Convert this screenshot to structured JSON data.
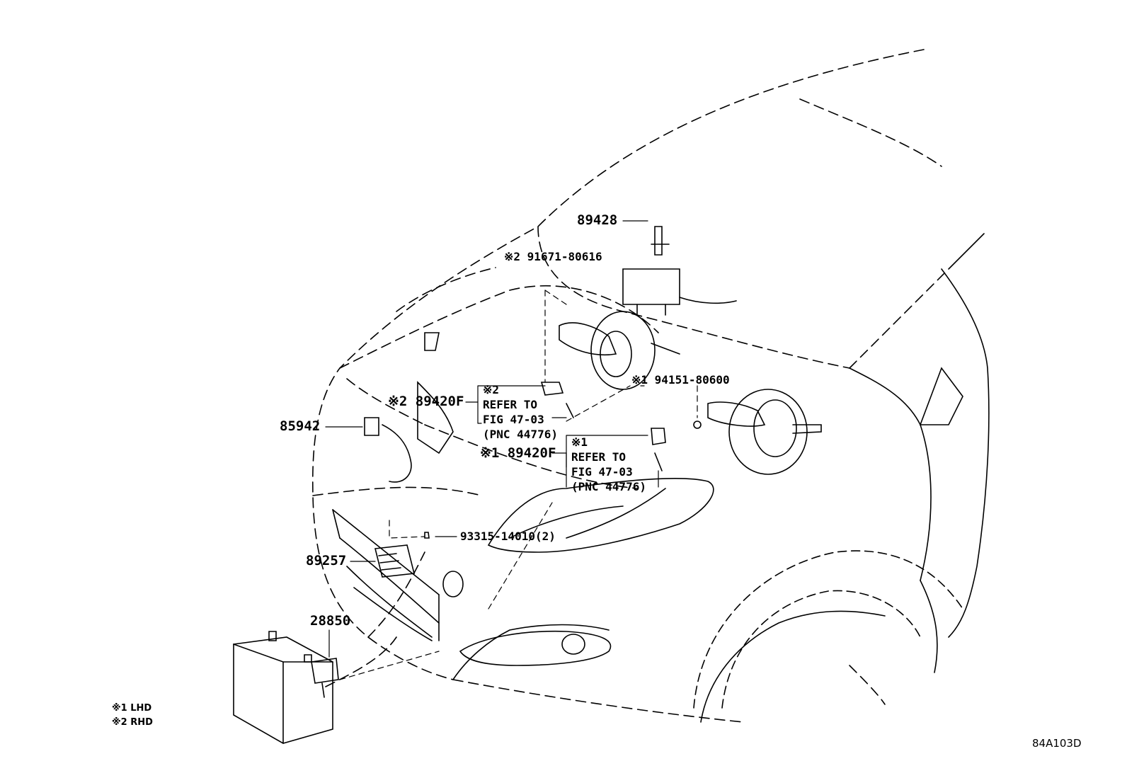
{
  "parts": {
    "p89428": "89428",
    "p91671": "※2 91671-80616",
    "p89420F_rhd": "※2 89420F",
    "p85942": "85942",
    "p89420F_lhd": "※1 89420F",
    "p94151": "※1 94151-80600",
    "p93315": "93315-14010(2)",
    "p89257": "89257",
    "p28850": "28850"
  },
  "refs": {
    "rhd": {
      "mark": "※2",
      "line1": "REFER TO",
      "line2": "FIG 47-03",
      "line3": "(PNC 44776)"
    },
    "lhd": {
      "mark": "※1",
      "line1": "REFER TO",
      "line2": "FIG 47-03",
      "line3": "(PNC 44776)"
    }
  },
  "legend": {
    "lhd": "※1 LHD",
    "rhd": "※2 RHD"
  },
  "figure_id": "84A103D"
}
